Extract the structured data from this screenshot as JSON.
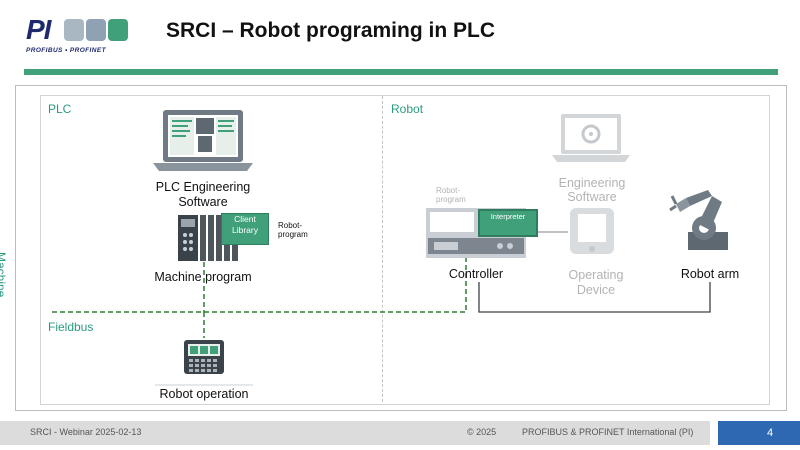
{
  "header": {
    "logo_text": "PI",
    "logo_subtext": "PROFIBUS • PROFINET",
    "title": "SRCI – Robot programing in PLC"
  },
  "diagram": {
    "sections": {
      "plc": "PLC",
      "robot": "Robot",
      "machine": "Machine",
      "fieldbus": "Fieldbus"
    },
    "nodes": {
      "plc_engineering_software": "PLC Engineering\nSoftware",
      "client_library": "Client\nLibrary",
      "robot_program_plc": "Robot-\nprogram",
      "machine_program": "Machine program",
      "robot_operation": "Robot operation",
      "robot_program_controller": "Robot-\nprogram",
      "interpreter": "Interpreter",
      "controller": "Controller",
      "engineering_software": "Engineering\nSoftware",
      "operating_device": "Operating\nDevice",
      "robot_arm": "Robot arm"
    },
    "colors": {
      "accent_green": "#3fa07a",
      "label_teal": "#2b9a80",
      "fieldbus_dashed": "#2e7d32",
      "inactive_grey": "#b3b3b3",
      "footer_blue": "#2f68b2"
    },
    "icons": [
      "laptop-icon",
      "plc-hardware-icon",
      "hmi-panel-icon",
      "controller-icon",
      "engineering-laptop-icon",
      "teach-pendant-icon",
      "robot-arm-icon"
    ]
  },
  "footer": {
    "left": "SRCI - Webinar 2025-02-13",
    "copyright": "© 2025",
    "org": "PROFIBUS & PROFINET International (PI)",
    "page": "4"
  }
}
